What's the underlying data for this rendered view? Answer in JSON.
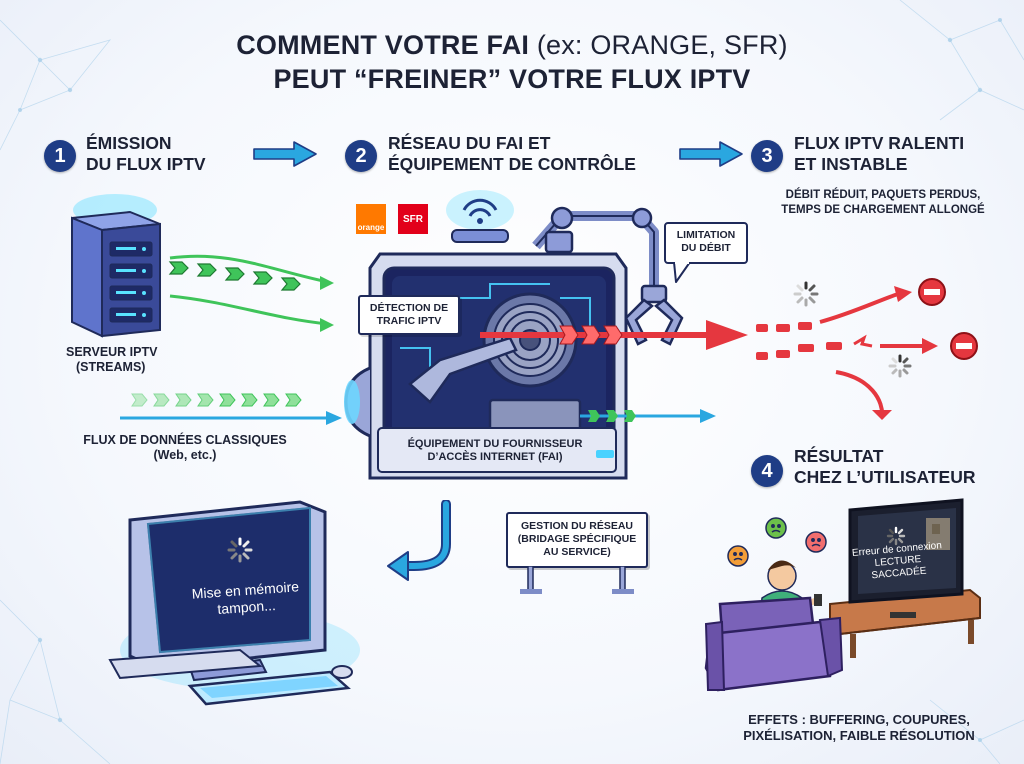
{
  "title": {
    "line1_bold": "COMMENT VOTRE FAI",
    "line1_light": "(ex: ORANGE, SFR)",
    "line2": "PEUT “FREINER” VOTRE FLUX IPTV"
  },
  "steps": [
    {
      "number": "1",
      "line1": "ÉMISSION",
      "line2": "DU FLUX IPTV"
    },
    {
      "number": "2",
      "line1": "RÉSEAU DU FAI ET",
      "line2": "ÉQUIPEMENT DE CONTRÔLE"
    },
    {
      "number": "3",
      "line1": "FLUX IPTV RALENTI",
      "line2": "ET INSTABLE"
    },
    {
      "number": "4",
      "line1": "RÉSULTAT",
      "line2": "CHEZ L’UTILISATEUR"
    }
  ],
  "server": {
    "label_line1": "SERVEUR IPTV",
    "label_line2": "(STREAMS)"
  },
  "classic_flow": {
    "label_line1": "FLUX DE DONNÉES CLASSIQUES",
    "label_line2": "(Web, etc.)"
  },
  "brands": {
    "orange": "orange",
    "sfr": "SFR"
  },
  "machine": {
    "detection_line1": "DÉTECTION DE",
    "detection_line2": "TRAFIC IPTV",
    "label_line1": "ÉQUIPEMENT DU FOURNISSEUR",
    "label_line2": "D’ACCÈS INTERNET (FAI)"
  },
  "throttle_bubble": {
    "line1": "LIMITATION",
    "line2": "DU DÉBIT"
  },
  "slow_desc": {
    "line1": "DÉBIT RÉDUIT, PAQUETS PERDUS,",
    "line2": "TEMPS DE CHARGEMENT ALLONGÉ"
  },
  "management_sign": {
    "line1": "GESTION DU RÉSEAU",
    "line2": "(BRIDAGE SPÉCIFIQUE",
    "line3": "AU SERVICE)"
  },
  "computer": {
    "screen_line1": "Mise en mémoire",
    "screen_line2": "tampon..."
  },
  "tv": {
    "line1": "Erreur de connexion",
    "line2": "LECTURE SACCADÉE"
  },
  "effects": {
    "line1": "EFFETS : BUFFERING, COUPURES,",
    "line2": "PIXÉLISATION, FAIBLE RÉSOLUTION"
  },
  "colors": {
    "navy": "#1f3d86",
    "arrow_blue": "#2aa7e0",
    "green_packet": "#3fc45a",
    "red_packet": "#e5373f",
    "orange_brand": "#ff7900",
    "sfr_brand": "#e2001a",
    "sofa_purple": "#7a62b8"
  },
  "icons": [
    "server-icon",
    "wifi-icon",
    "spinner-icon",
    "stop-sign-icon",
    "emoji-icon",
    "gear-icon",
    "claw-icon"
  ]
}
